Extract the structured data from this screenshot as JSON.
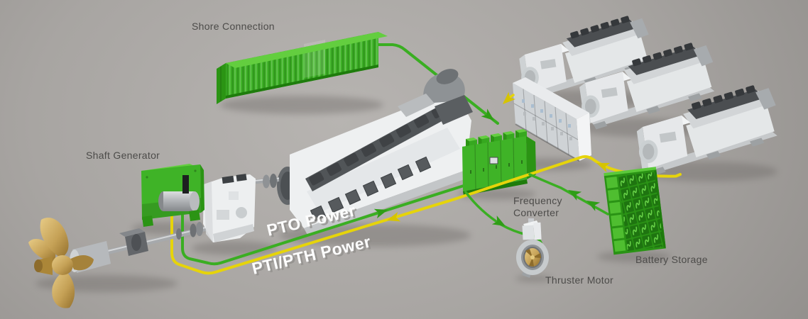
{
  "diagram": {
    "labels": {
      "shore_connection": "Shore Connection",
      "shaft_generator": "Shaft Generator",
      "frequency_converter_line1": "Frequency",
      "frequency_converter_line2": "Converter",
      "thruster_motor": "Thruster Motor",
      "battery_storage": "Battery Storage",
      "pto_power": "PTO Power",
      "pti_pth_power": "PTI/PTH Power"
    }
  },
  "colors": {
    "green-top": "#63ce3f",
    "green-front": "#3fb327",
    "green-side": "#2b9414",
    "green-dark": "#1e7c0c",
    "line-green": "#3aae22",
    "arrow-green": "#2f9d16",
    "line-yellow": "#e6d40a",
    "arrow-yellow": "#d6c400",
    "label": "#4c4b49",
    "text3d": "#fdfdfd",
    "text3d-shadow": "#8f8d8a",
    "bg-center": "#b7b4b1",
    "bg-edge": "#8c8986"
  }
}
